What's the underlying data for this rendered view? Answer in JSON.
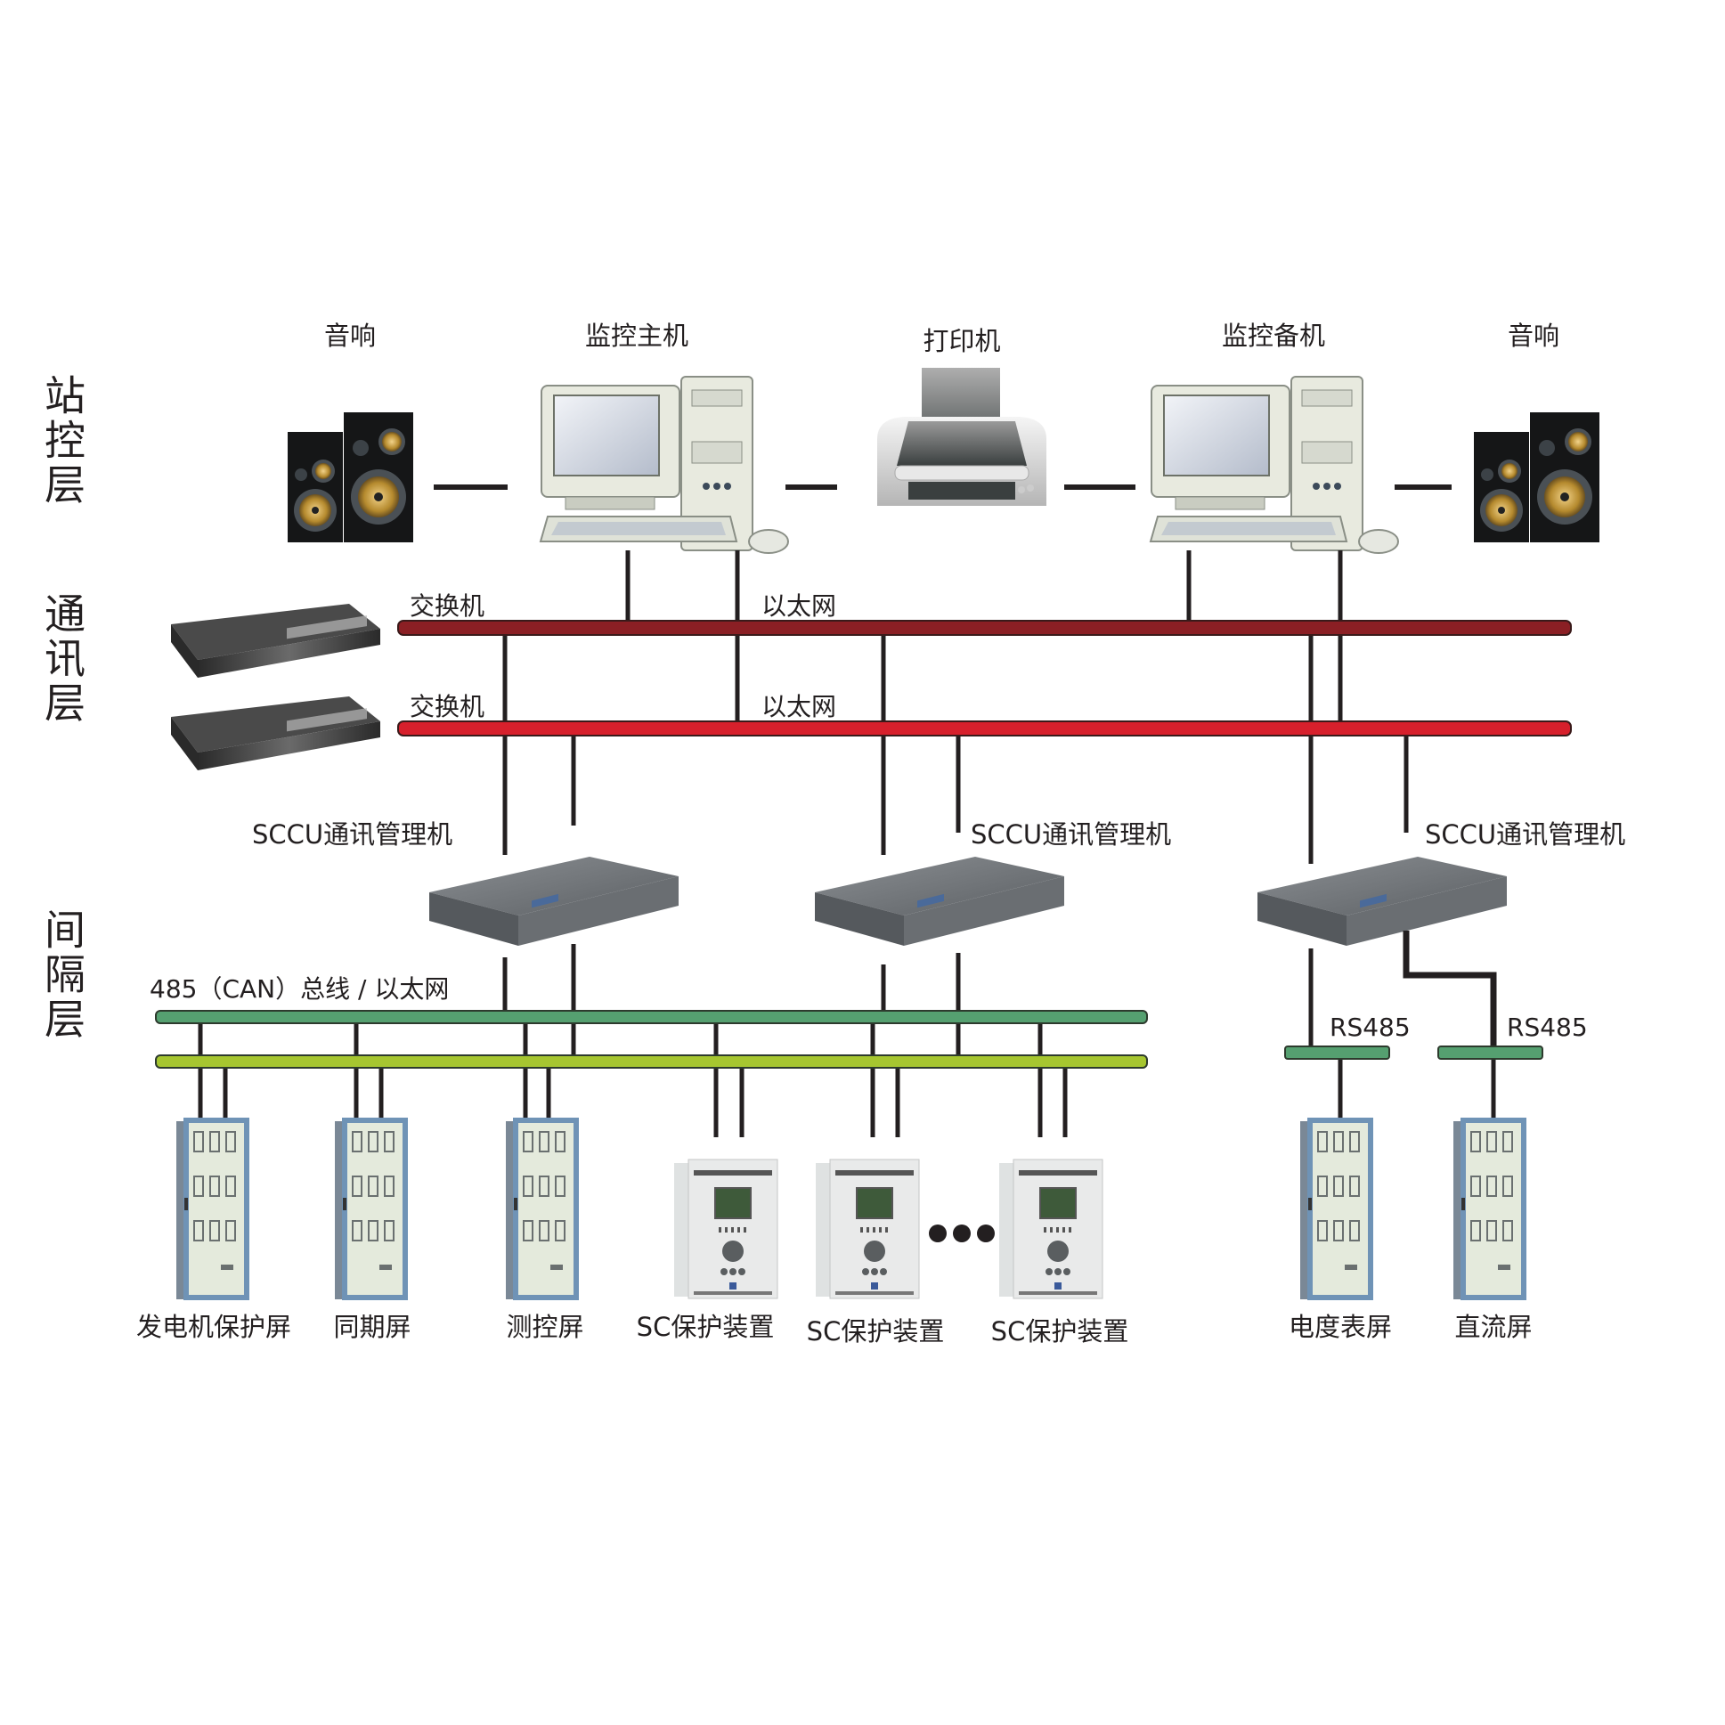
{
  "layers": [
    {
      "id": "station",
      "label": "站控层"
    },
    {
      "id": "comm",
      "label": "通讯层"
    },
    {
      "id": "bay",
      "label": "间隔层"
    }
  ],
  "station_devices": {
    "speaker_left": "音响",
    "host_main": "监控主机",
    "printer": "打印机",
    "host_backup": "监控备机",
    "speaker_right": "音响"
  },
  "comm_layer": {
    "switch_label_1": "交换机",
    "switch_label_2": "交换机",
    "ethernet_label_1": "以太网",
    "ethernet_label_2": "以太网",
    "sccu_label_1": "SCCU通讯管理机",
    "sccu_label_2": "SCCU通讯管理机",
    "sccu_label_3": "SCCU通讯管理机"
  },
  "bay_layer": {
    "bus_label": "485（CAN）总线 / 以太网",
    "rs485_label_1": "RS485",
    "rs485_label_2": "RS485",
    "ellipsis": "• • •",
    "devices": [
      {
        "label": "发电机保护屏",
        "type": "cabinet"
      },
      {
        "label": "同期屏",
        "type": "cabinet"
      },
      {
        "label": "测控屏",
        "type": "cabinet"
      },
      {
        "label": "SC保护装置",
        "type": "relay"
      },
      {
        "label": "SC保护装置",
        "type": "relay"
      },
      {
        "label": "SC保护装置",
        "type": "relay"
      },
      {
        "label": "电度表屏",
        "type": "cabinet"
      },
      {
        "label": "直流屏",
        "type": "cabinet"
      }
    ]
  },
  "colors": {
    "ethernet_bus_1": "#8b1f24",
    "ethernet_bus_2": "#d7202c",
    "field_bus_1": "#55a070",
    "field_bus_2": "#a6c630",
    "rs485_bus": "#55a070",
    "line": "#231f20",
    "cabinet_frame": "#6f93b6",
    "cabinet_panel": "#e4eadc",
    "device_gray": "#5f6468"
  }
}
